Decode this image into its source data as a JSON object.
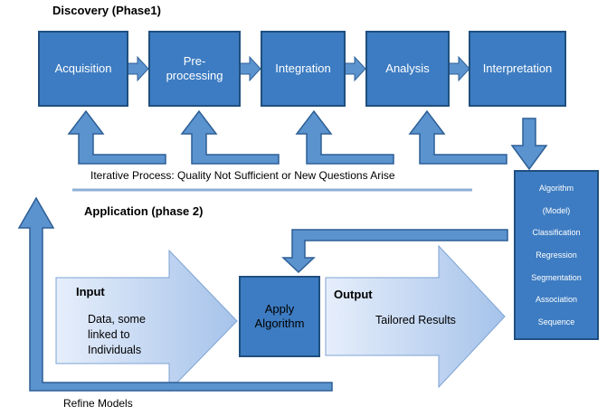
{
  "colors": {
    "box_fill": "#3d7cc2",
    "box_border": "#1f4f7f",
    "arrow_fill": "#5b93cf",
    "arrow_stroke": "#2d5f96",
    "big_arrow_light": "#e6eefb",
    "big_arrow_dark": "#a6c3ea",
    "divider": "#8eb0d6"
  },
  "discovery": {
    "title": "Discovery (Phase1)",
    "steps": [
      {
        "label": "Acquisition"
      },
      {
        "label": "Pre-\nprocessing"
      },
      {
        "label": "Integration"
      },
      {
        "label": "Analysis"
      },
      {
        "label": "Interpretation"
      }
    ],
    "feedback_caption": "Iterative Process: Quality Not Sufficient or New Questions Arise"
  },
  "model": {
    "items": [
      "Algorithm",
      "(Model)",
      "Classification",
      "Regression",
      "Segmentation",
      "Association",
      "Sequence"
    ]
  },
  "application": {
    "title": "Application (phase 2)",
    "input_title": "Input",
    "input_text": "Data, some linked to Individuals",
    "apply_label": "Apply Algorithm",
    "output_title": "Output",
    "output_text": "Tailored Results",
    "refine_label": "Refine Models"
  }
}
